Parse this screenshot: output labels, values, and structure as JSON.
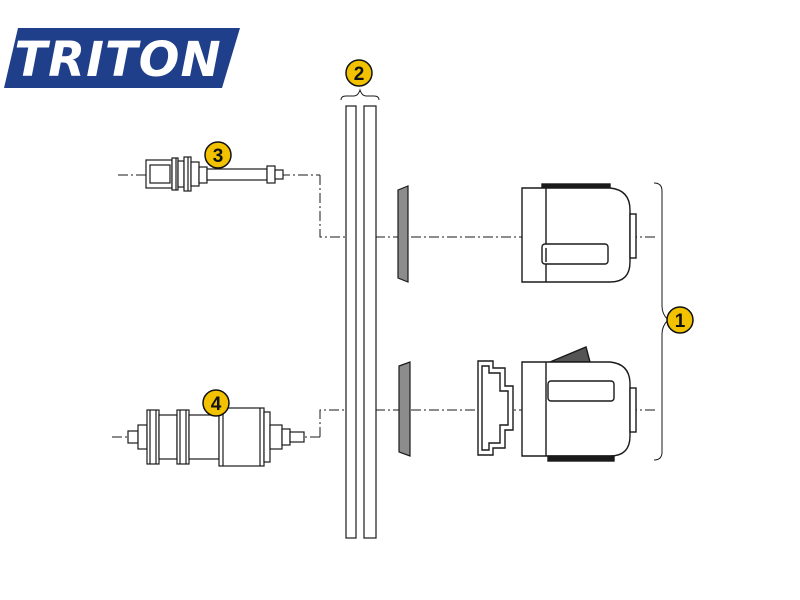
{
  "brand": {
    "name": "TRITON",
    "bg_color": "#1f3f8a",
    "text_color": "#ffffff"
  },
  "callouts": [
    {
      "id": "1",
      "label": "1",
      "part": "shower-unit"
    },
    {
      "id": "2",
      "label": "2",
      "part": "wall-panels"
    },
    {
      "id": "3",
      "label": "3",
      "part": "small-valve-cartridge"
    },
    {
      "id": "4",
      "label": "4",
      "part": "large-valve-cartridge"
    }
  ],
  "colors": {
    "callout_fill": "#f2c200",
    "callout_stroke": "#111111",
    "line": "#1a1a1a",
    "gasket_fill": "#8c8c8c",
    "panel_fill": "#ffffff"
  }
}
